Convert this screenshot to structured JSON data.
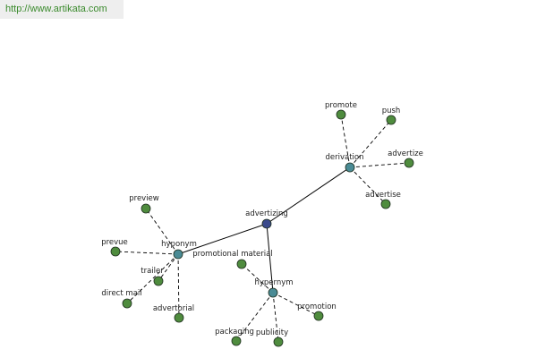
{
  "site_url": "http://www.artikata.com",
  "colors": {
    "url_text": "#3a8a2c",
    "url_bg": "#eeeeee",
    "root_node": "#3b4a8c",
    "relation_node": "#4a8b95",
    "leaf_node": "#4f8c3e",
    "node_stroke": "#1e2e1e",
    "edge": "#000000"
  },
  "graph": {
    "root": "advertizing",
    "nodes": [
      {
        "id": "advertizing",
        "label": "advertizing",
        "kind": "root"
      },
      {
        "id": "derivation",
        "label": "derivation",
        "kind": "relation"
      },
      {
        "id": "hyponym",
        "label": "hyponym",
        "kind": "relation"
      },
      {
        "id": "hypernym",
        "label": "hypernym",
        "kind": "relation"
      },
      {
        "id": "promote",
        "label": "promote",
        "kind": "leaf"
      },
      {
        "id": "push",
        "label": "push",
        "kind": "leaf"
      },
      {
        "id": "advertize",
        "label": "advertize",
        "kind": "leaf"
      },
      {
        "id": "advertise",
        "label": "advertise",
        "kind": "leaf"
      },
      {
        "id": "preview",
        "label": "preview",
        "kind": "leaf"
      },
      {
        "id": "prevue",
        "label": "prevue",
        "kind": "leaf"
      },
      {
        "id": "trailer",
        "label": "trailer",
        "kind": "leaf"
      },
      {
        "id": "direct-mail",
        "label": "direct mail",
        "kind": "leaf"
      },
      {
        "id": "advertorial",
        "label": "advertorial",
        "kind": "leaf"
      },
      {
        "id": "promotional-material",
        "label": "promotional material",
        "kind": "leaf"
      },
      {
        "id": "promotion",
        "label": "promotion",
        "kind": "leaf"
      },
      {
        "id": "packaging",
        "label": "packaging",
        "kind": "leaf"
      },
      {
        "id": "publicity",
        "label": "publicity",
        "kind": "leaf"
      }
    ],
    "edges": [
      {
        "from": "advertizing",
        "to": "derivation",
        "style": "solid"
      },
      {
        "from": "advertizing",
        "to": "hyponym",
        "style": "solid"
      },
      {
        "from": "advertizing",
        "to": "hypernym",
        "style": "solid"
      },
      {
        "from": "derivation",
        "to": "promote",
        "style": "dashed"
      },
      {
        "from": "derivation",
        "to": "push",
        "style": "dashed"
      },
      {
        "from": "derivation",
        "to": "advertize",
        "style": "dashed"
      },
      {
        "from": "derivation",
        "to": "advertise",
        "style": "dashed"
      },
      {
        "from": "hyponym",
        "to": "preview",
        "style": "dashed"
      },
      {
        "from": "hyponym",
        "to": "prevue",
        "style": "dashed"
      },
      {
        "from": "hyponym",
        "to": "trailer",
        "style": "dashed"
      },
      {
        "from": "hyponym",
        "to": "direct-mail",
        "style": "dashed"
      },
      {
        "from": "hyponym",
        "to": "advertorial",
        "style": "dashed"
      },
      {
        "from": "hypernym",
        "to": "promotional-material",
        "style": "dashed"
      },
      {
        "from": "hypernym",
        "to": "promotion",
        "style": "dashed"
      },
      {
        "from": "hypernym",
        "to": "packaging",
        "style": "dashed"
      },
      {
        "from": "hypernym",
        "to": "publicity",
        "style": "dashed"
      }
    ]
  }
}
